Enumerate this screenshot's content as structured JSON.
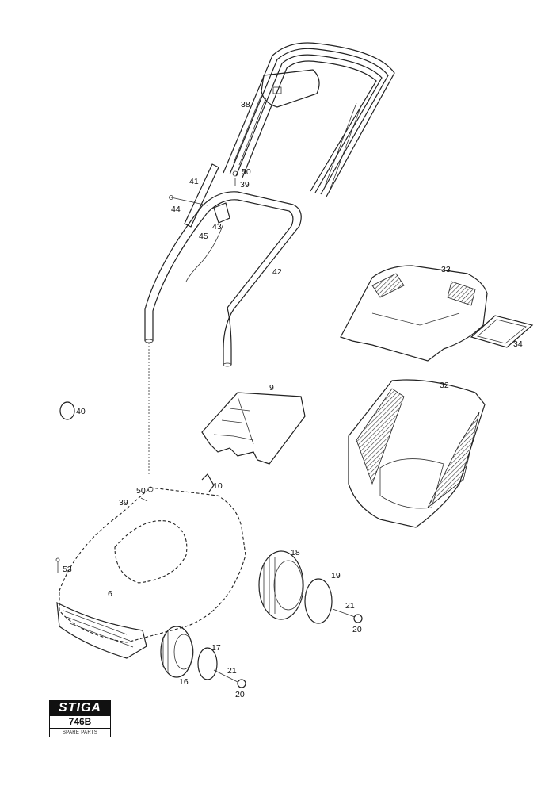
{
  "logo": {
    "brand": "STIGA",
    "model": "746B",
    "subtitle": "SPARE PARTS"
  },
  "parts": {
    "p38": "38",
    "p50a": "50",
    "p39a": "39",
    "p41": "41",
    "p44": "44",
    "p43": "43",
    "p45": "45",
    "p42": "42",
    "p33": "33",
    "p34": "34",
    "p40": "40",
    "p9": "9",
    "p32": "32",
    "p10": "10",
    "p50b": "50",
    "p39b": "39",
    "p18": "18",
    "p19": "19",
    "p53": "53",
    "p6": "6",
    "p21a": "21",
    "p20a": "20",
    "p17": "17",
    "p21b": "21",
    "p16": "16",
    "p20b": "20"
  }
}
